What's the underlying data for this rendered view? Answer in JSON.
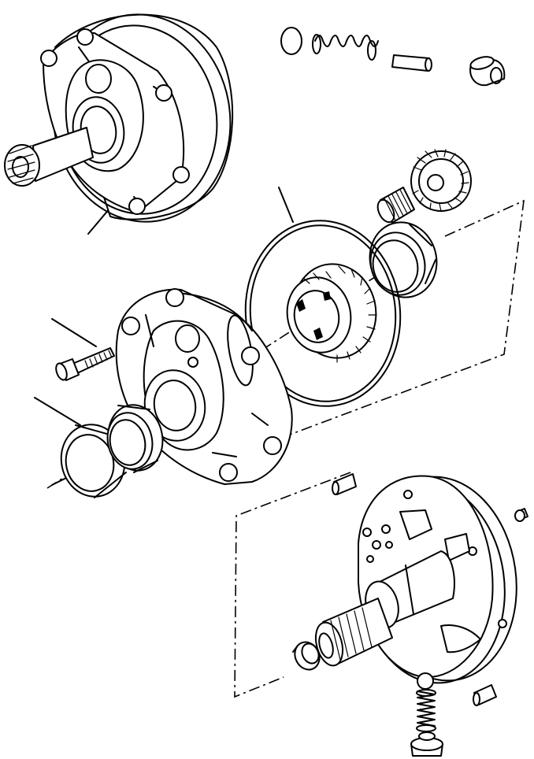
{
  "diagram": {
    "kind": "exploded-view",
    "text_labels": [],
    "leader_lines": 6,
    "components": [
      {
        "id": "pump-housing-assembly",
        "icon": "housing-with-splined-shaft-icon"
      },
      {
        "id": "check-ball",
        "icon": "ball-icon"
      },
      {
        "id": "relief-spring",
        "icon": "coil-spring-icon"
      },
      {
        "id": "dowel-pin",
        "icon": "pin-icon"
      },
      {
        "id": "relief-valve-plug",
        "icon": "plug-icon"
      },
      {
        "id": "drive-gear",
        "icon": "spur-gear-icon"
      },
      {
        "id": "needle-bearing",
        "icon": "needle-bearing-icon"
      },
      {
        "id": "bearing-cup",
        "icon": "ring-icon"
      },
      {
        "id": "o-ring",
        "icon": "o-ring-icon"
      },
      {
        "id": "internal-gear",
        "icon": "internal-gear-icon"
      },
      {
        "id": "pump-body",
        "icon": "pump-body-icon"
      },
      {
        "id": "mounting-bolt",
        "icon": "bolt-icon"
      },
      {
        "id": "seal-ring-outer",
        "icon": "ring-icon"
      },
      {
        "id": "bushing",
        "icon": "sleeve-icon"
      },
      {
        "id": "stator-support-plate",
        "icon": "plate-with-shaft-icon"
      },
      {
        "id": "bleed-screw",
        "icon": "screw-icon"
      },
      {
        "id": "snap-ring",
        "icon": "snap-ring-icon"
      },
      {
        "id": "valve-ball",
        "icon": "ball-icon"
      },
      {
        "id": "valve-spring",
        "icon": "coil-spring-icon"
      },
      {
        "id": "valve-plug",
        "icon": "plug-icon"
      },
      {
        "id": "locating-pin",
        "icon": "pin-icon"
      }
    ]
  }
}
